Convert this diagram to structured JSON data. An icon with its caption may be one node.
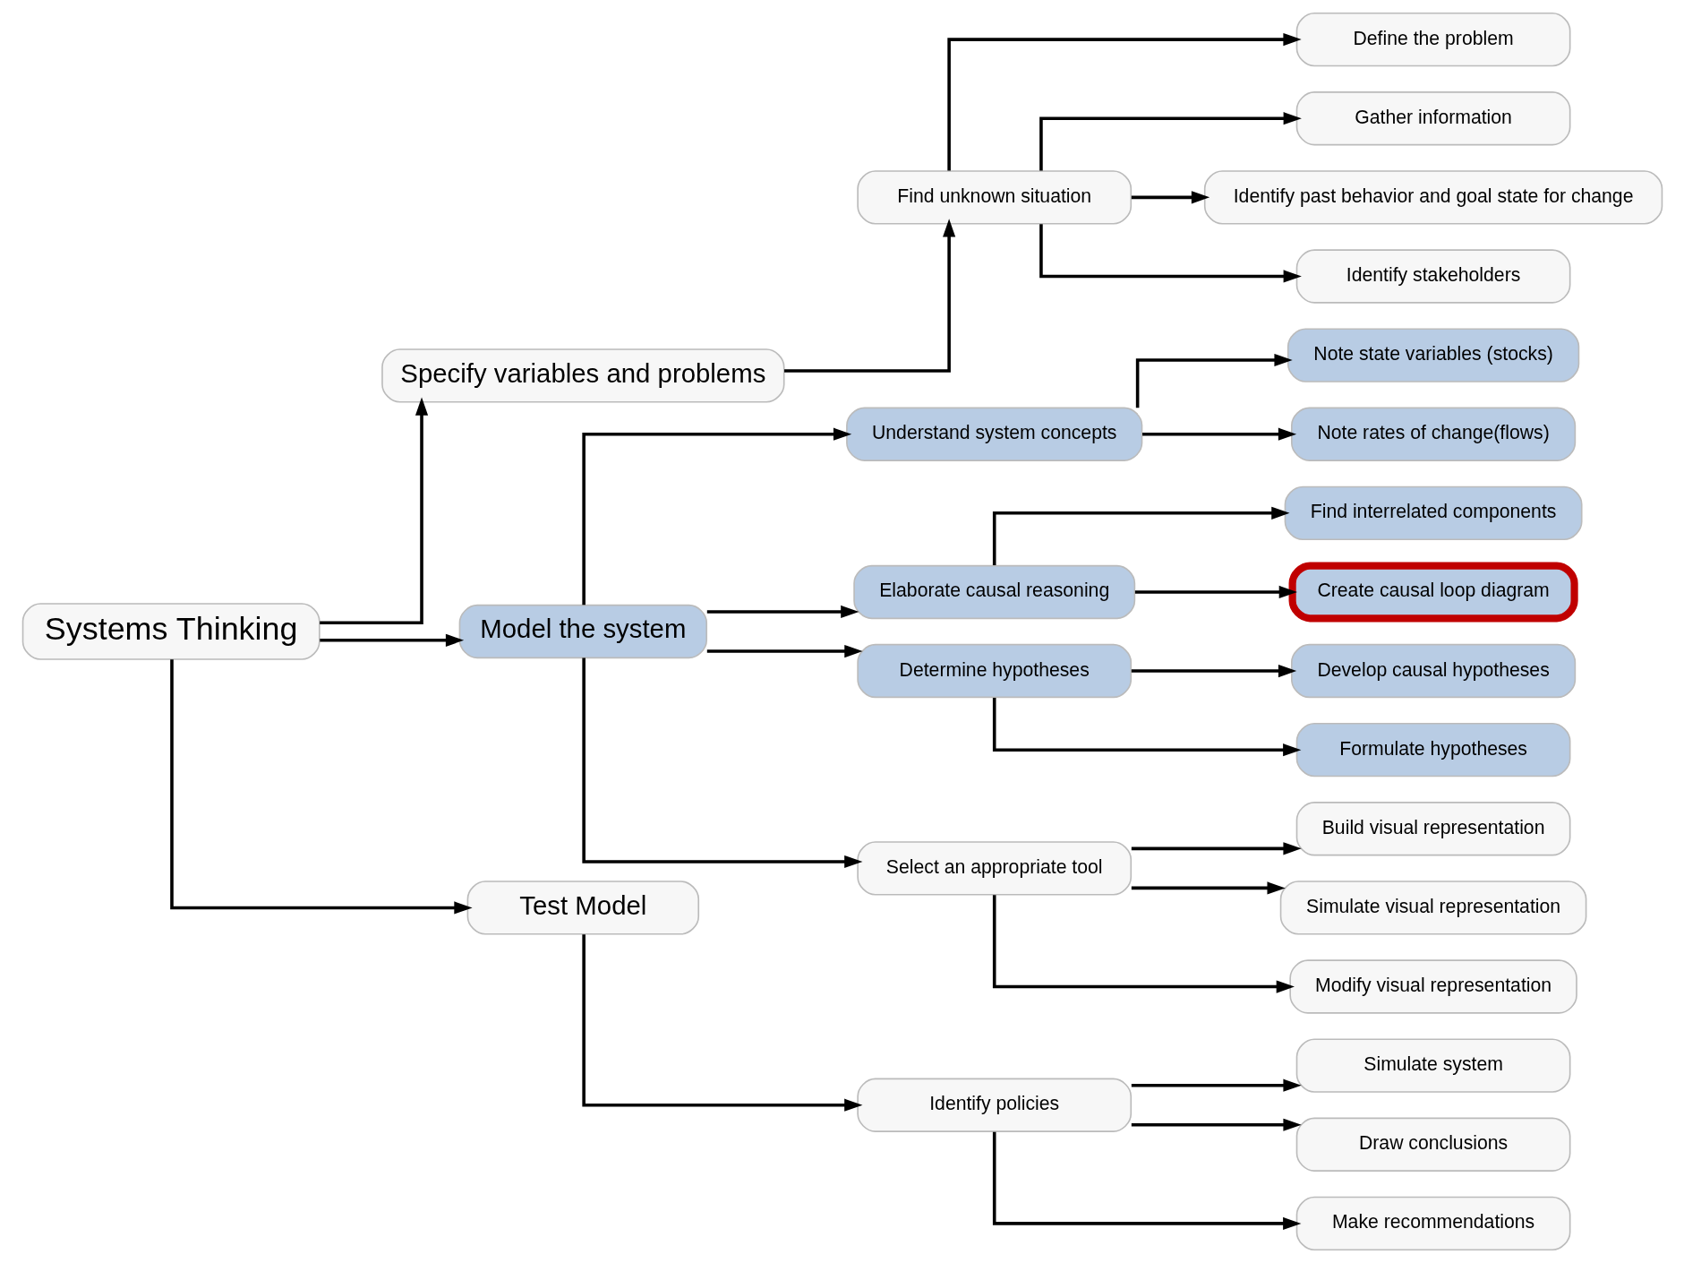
{
  "diagram": {
    "nodes": [
      {
        "text": [
          "Systems Thinking"
        ]
      },
      {
        "text": [
          "Specify variables and problems"
        ]
      },
      {
        "text": [
          "Model the system"
        ]
      },
      {
        "text": [
          "Test Model"
        ]
      },
      {
        "text": [
          "Find unknown situation"
        ]
      },
      {
        "text": [
          "Understand system concepts"
        ]
      },
      {
        "text": [
          "Elaborate causal reasoning"
        ]
      },
      {
        "text": [
          "Determine hypotheses"
        ]
      },
      {
        "text": [
          "Select an appropriate tool"
        ]
      },
      {
        "text": [
          "Identify policies"
        ]
      },
      {
        "text": [
          "Define the problem"
        ]
      },
      {
        "text": [
          "Gather information"
        ]
      },
      {
        "text": [
          "Identify past behavior and goal state for change"
        ]
      },
      {
        "text": [
          "Identify stakeholders"
        ]
      },
      {
        "text": [
          "Note state variables (stocks)"
        ]
      },
      {
        "text": [
          "Note rates of change(flows)"
        ]
      },
      {
        "text": [
          "Find interrelated components"
        ]
      },
      {
        "text": [
          "Create causal loop diagram"
        ]
      },
      {
        "text": [
          "Develop causal hypotheses"
        ]
      },
      {
        "text": [
          "Formulate hypotheses"
        ]
      },
      {
        "text": [
          "Build visual representation"
        ]
      },
      {
        "text": [
          "Simulate visual representation"
        ]
      },
      {
        "text": [
          "Modify visual representation"
        ]
      },
      {
        "text": [
          "Simulate system"
        ]
      },
      {
        "text": [
          "Draw conclusions"
        ]
      },
      {
        "text": [
          "Make recommendations"
        ]
      }
    ],
    "edges": [
      {
        "from": 0,
        "to": 1,
        "arrow": "to"
      },
      {
        "from": 0,
        "to": 2,
        "arrow": "to"
      },
      {
        "from": 0,
        "to": 3,
        "arrow": "to"
      },
      {
        "from": 1,
        "to": 4,
        "arrow": "to"
      },
      {
        "from": 2,
        "to": 5,
        "arrow": "to"
      },
      {
        "from": 2,
        "to": 6,
        "arrow": "to"
      },
      {
        "from": 2,
        "to": 7,
        "arrow": "to"
      },
      {
        "from": 2,
        "to": 8,
        "arrow": "to"
      },
      {
        "from": 3,
        "to": 9,
        "arrow": "to"
      },
      {
        "from": 4,
        "to": 10,
        "arrow": "to"
      },
      {
        "from": 4,
        "to": 11,
        "arrow": "to"
      },
      {
        "from": 4,
        "to": 12,
        "arrow": "to"
      },
      {
        "from": 4,
        "to": 13,
        "arrow": "to"
      },
      {
        "from": 5,
        "to": 14,
        "arrow": "to"
      },
      {
        "from": 5,
        "to": 15,
        "arrow": "to"
      },
      {
        "from": 6,
        "to": 16,
        "arrow": "to"
      },
      {
        "from": 6,
        "to": 17,
        "arrow": "to"
      },
      {
        "from": 7,
        "to": 18,
        "arrow": "to"
      },
      {
        "from": 7,
        "to": 19,
        "arrow": "to"
      },
      {
        "from": 8,
        "to": 20,
        "arrow": "to"
      },
      {
        "from": 8,
        "to": 21,
        "arrow": "to"
      },
      {
        "from": 8,
        "to": 22,
        "arrow": "to"
      },
      {
        "from": 9,
        "to": 23,
        "arrow": "to"
      },
      {
        "from": 9,
        "to": 24,
        "arrow": "to"
      },
      {
        "from": 9,
        "to": 25,
        "arrow": "to"
      }
    ]
  }
}
